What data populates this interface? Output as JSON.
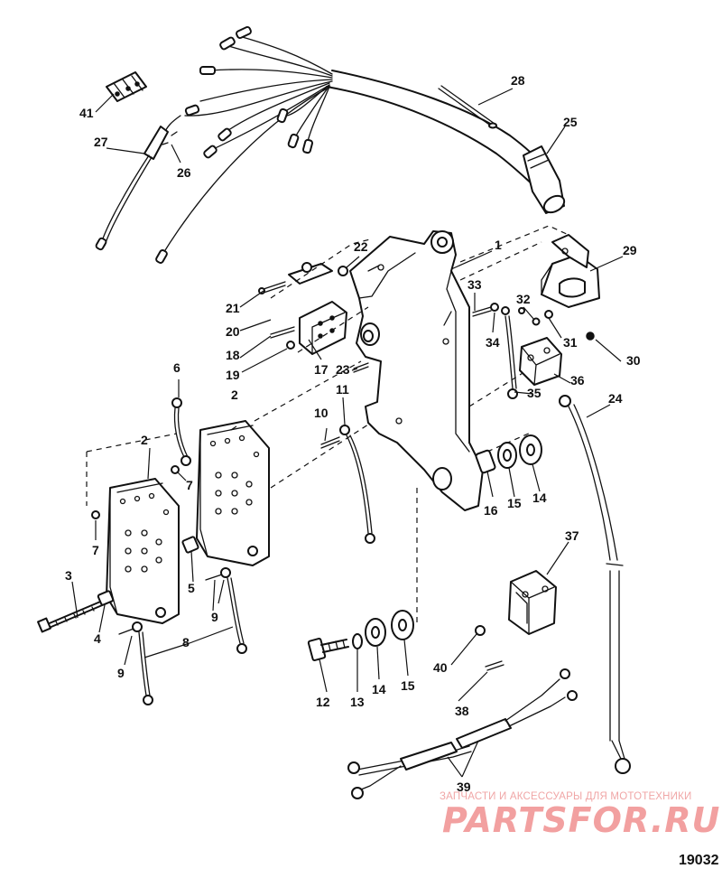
{
  "callouts": {
    "c1": "1",
    "c2a": "2",
    "c2b": "2",
    "c3": "3",
    "c4": "4",
    "c5": "5",
    "c6": "6",
    "c7a": "7",
    "c7b": "7",
    "c8": "8",
    "c9a": "9",
    "c9b": "9",
    "c10": "10",
    "c11": "11",
    "c12": "12",
    "c13": "13",
    "c14a": "14",
    "c14b": "14",
    "c15a": "15",
    "c15b": "15",
    "c16": "16",
    "c17": "17",
    "c18": "18",
    "c19": "19",
    "c20": "20",
    "c21": "21",
    "c22": "22",
    "c23": "23",
    "c24": "24",
    "c25": "25",
    "c26": "26",
    "c27": "27",
    "c28": "28",
    "c29": "29",
    "c30": "30",
    "c31": "31",
    "c32": "32",
    "c33": "33",
    "c34": "34",
    "c35": "35",
    "c36": "36",
    "c37": "37",
    "c38": "38",
    "c39": "39",
    "c40": "40",
    "c41": "41"
  },
  "watermark": {
    "tagline": "ЗАПЧАСТИ И АКСЕССУАРЫ ДЛЯ МОТОТЕХНИКИ",
    "brand": "PARTSFOR.RU"
  },
  "figure_id": "19032"
}
